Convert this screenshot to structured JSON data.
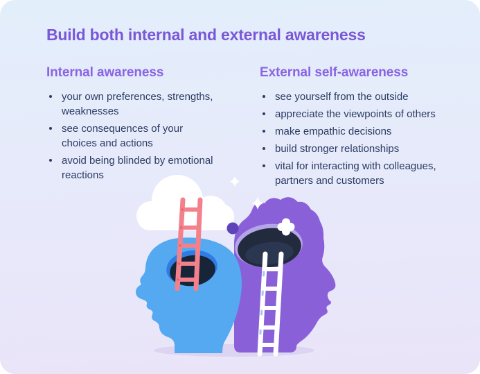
{
  "card": {
    "title": "Build both internal and external awareness"
  },
  "columns": {
    "internal": {
      "heading": "Internal awareness",
      "bullets": [
        "your own preferences, strengths,\nweaknesses",
        "see consequences of your\nchoices and actions",
        "avoid being blinded by emotional\nreactions"
      ]
    },
    "external": {
      "heading": "External self-awareness",
      "bullets": [
        "see yourself from the outside",
        "appreciate the viewpoints of others",
        "make empathic decisions",
        "build stronger relationships",
        "vital for interacting with colleagues,\npartners and customers"
      ]
    }
  },
  "illustration": {
    "label": "two head profiles with ladders climbing out of open minds, cloud and sparkles",
    "colors": {
      "blue_head": "#55a9f0",
      "purple_head": "#8a60d8",
      "hole_dark": "#1d2638",
      "hole_rim_blue": "#2f7de2",
      "hole_rim_purple": "#b3a5e8",
      "ladder_pink": "#f3818b",
      "ladder_white": "#ffffff",
      "cloud": "#ffffff",
      "ground_shadow": "#dcd4f1",
      "accent_dark_purple": "#5e44b8"
    }
  },
  "theme": {
    "title_color": "#7a57d8",
    "heading_color": "#8a64e4",
    "body_color": "#2b3c63",
    "background_top": "#e3eefb",
    "background_bottom": "#eae4f9"
  }
}
